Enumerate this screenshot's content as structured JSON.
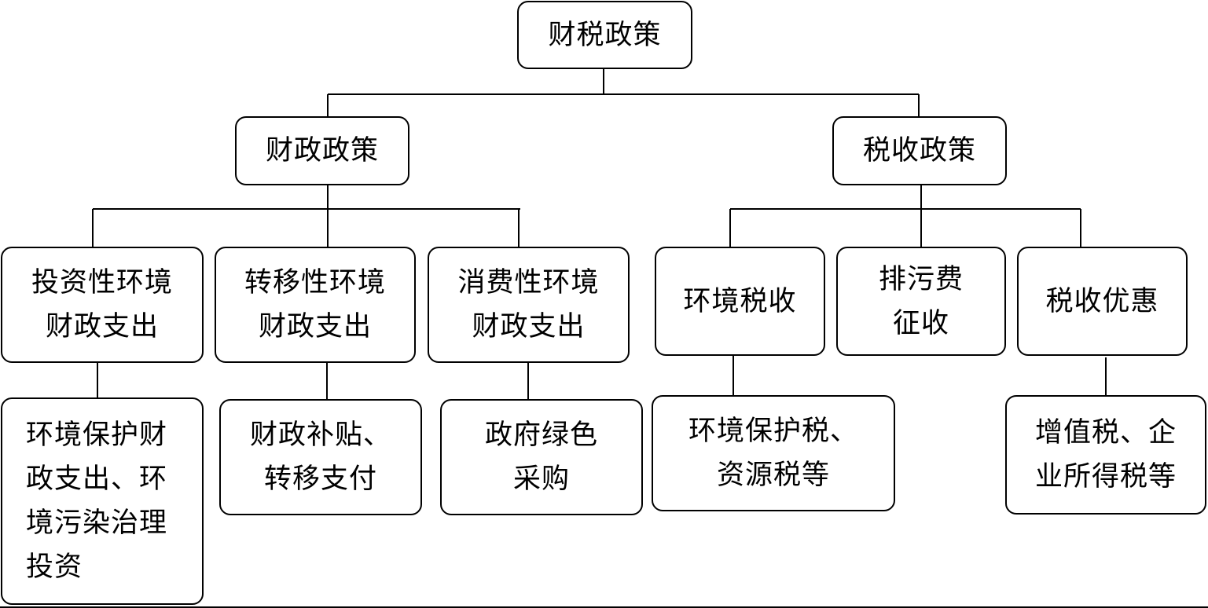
{
  "root": {
    "label": "财税政策"
  },
  "branches": [
    {
      "label": "财政政策",
      "children": [
        {
          "label": "投资性环境\n财政支出",
          "detail": "环境保护财\n政支出、环\n境污染治理\n投资"
        },
        {
          "label": "转移性环境\n财政支出",
          "detail": "财政补贴、\n转移支付"
        },
        {
          "label": "消费性环境\n财政支出",
          "detail": "政府绿色\n采购"
        }
      ]
    },
    {
      "label": "税收政策",
      "children": [
        {
          "label": "环境税收",
          "detail": "环境保护税、\n资源税等"
        },
        {
          "label": "排污费\n征收",
          "detail": null
        },
        {
          "label": "税收优惠",
          "detail": "增值税、企\n业所得税等"
        }
      ]
    }
  ]
}
